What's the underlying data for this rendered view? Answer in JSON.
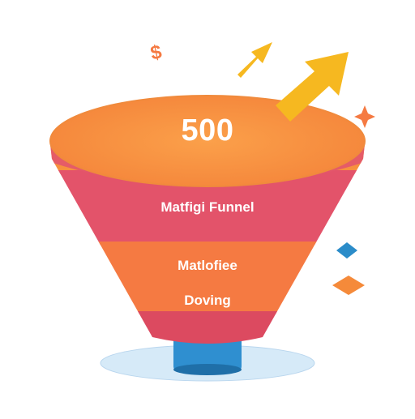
{
  "funnel": {
    "top_value": "500",
    "stages": [
      {
        "label": "Matfigi Funnel"
      },
      {
        "label": "Matlofiee"
      },
      {
        "label": "Doving"
      }
    ]
  },
  "colors": {
    "top": "#f7913e",
    "band1": "#e3536a",
    "band2": "#f57a42",
    "band3": "#dc4a60",
    "stem": "#2f8fd0",
    "shadow": "#d6eaf8",
    "arrow": "#f6b820",
    "accent_blue": "#2b8cc9",
    "accent_orange": "#f58a3a"
  },
  "icons": [
    "arrow-up-right-icon",
    "arrow-up-right-small-icon",
    "dollar-sign-icon",
    "sparkle-icon",
    "diamond-icon"
  ]
}
